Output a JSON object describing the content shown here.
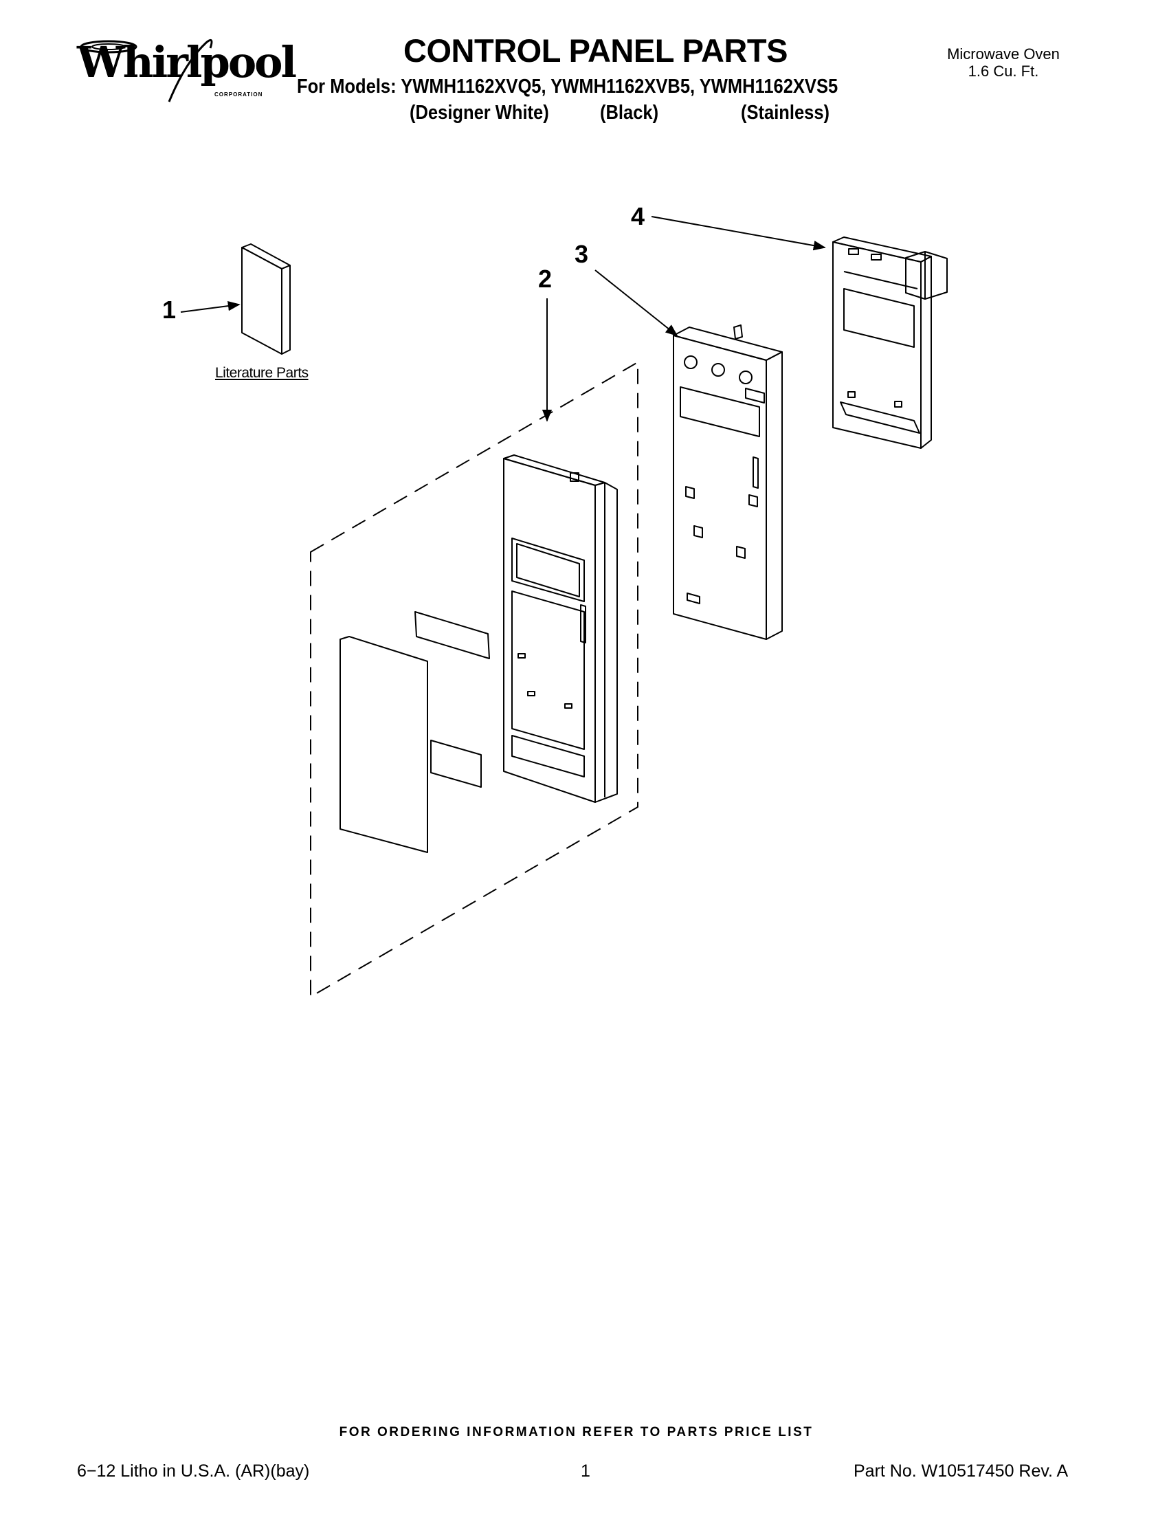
{
  "header": {
    "brand": "Whirlpool",
    "brand_sub": "CORPORATION",
    "title": "CONTROL PANEL PARTS",
    "models_line": "For Models: YWMH1162XVQ5, YWMH1162XVB5, YWMH1162XVS5",
    "variants": [
      "(Designer White)",
      "(Black)",
      "(Stainless)"
    ],
    "appliance_type": "Microwave Oven",
    "capacity": "1.6 Cu. Ft."
  },
  "diagram": {
    "callouts": [
      "1",
      "2",
      "3",
      "4"
    ],
    "literature_label": "Literature Parts"
  },
  "footer": {
    "ordering_note": "FOR ORDERING INFORMATION REFER TO PARTS PRICE LIST",
    "litho": "6−12 Litho in U.S.A. (AR)(bay)",
    "page_number": "1",
    "part_no": "Part No. W10517450 Rev. A"
  }
}
